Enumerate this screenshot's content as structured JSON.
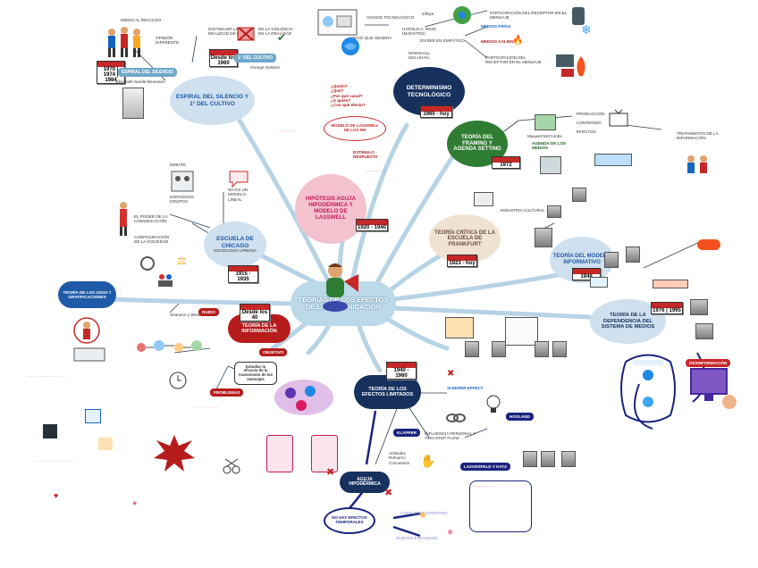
{
  "center": {
    "title": "TEORÍAS DE LOS EFECTOS DE LA COMUNICACIÓN"
  },
  "espiral": {
    "title": "ESPIRAL DEL SILENCIO Y 1° DEL CULTIVO",
    "dates": "1970 | 1974 | 1984",
    "sub1": "ESPIRAL DEL SILENCIO",
    "author1": "Elisabeth Noelle-Neumann",
    "sub2": "1° DEL CULTIVO",
    "author2": "George Gerbner",
    "date2": "Desde los 1960",
    "miedo": "MIEDO AL RECHAZO",
    "opinion": "OPINIÓN DIFERENTE",
    "distinguir": "DISTINGUIR LA REALIDAD DE LA",
    "violencia": "DE LA VIOLENCIA EN LA REALIDAD"
  },
  "determinismo": {
    "title": "DETERMINISMO TECNOLÓGICO",
    "dates": "1960 - hoy",
    "avance": "AVANCE TECNOLÓGICO",
    "influye": "influye",
    "apego": "APEGO QUE GENERA",
    "marshall": "MARSHALL MCLUHAN",
    "harold": "HAROLD A. INNIS (MAESTRO)",
    "dividir": "DIVIDIR EN EMPÁTICO",
    "medios_frios": "MEDIOS FRÍOS",
    "medios_calientes": "MEDIOS CALIENTES",
    "part_baja": "PARTICIPACIÓN DEL RECEPTOR EN EL MENSAJE",
    "part_alta": "PARTICIPACIÓN DEL RECEPTOR EN EL MENSAJE"
  },
  "framing": {
    "title": "TEORÍA DEL FRAMING Y AGENDA SETTING",
    "dates": "1972",
    "p1": "PRODUCCIÓN",
    "p2": "CONTENIDO",
    "p3": "EFECTOS",
    "mccombs": "Maxwell McCombs",
    "agenda": "AGENDA DE LOS MEDIOS",
    "tratamiento": "TRATAMIENTO DE LA INFORMACIÓN"
  },
  "critica": {
    "title": "TEORÍA CRÍTICA DE LA ESCUELA DE FRANKFURT",
    "dates": "1923 - hoy",
    "cultural": "INDUSTRIA CULTURAL"
  },
  "modelo": {
    "title": "TEORÍA DEL MODELO INFORMATIVO",
    "dates": "1948"
  },
  "dependencia": {
    "title": "TEORÍA DE LA DEPENDENCIA DEL SISTEMA DE MEDIOS",
    "dates": "1976 | 1995",
    "desinformacion": "DESINFORMACIÓN"
  },
  "lasswell": {
    "title": "HIPÓTESIS AGUJA HIPODÉRMICA Y MODELO DE LASSWELL",
    "dates": "1920 - 1940",
    "quien": "¿Quién?",
    "que": "¿Qué?",
    "canal": "¿Por qué canal?",
    "aquien": "¿A quién?",
    "efecto": "¿Con qué efecto?",
    "nota1": "MODELO DE LASSWELL DE LOS 5W",
    "nota2": "ESTIMULO - RESPUESTA"
  },
  "chicago": {
    "title": "ESCUELA DE CHICAGO",
    "sub": "SOCIOLOGÍA URBANA",
    "dates": "1915 - 1935",
    "grupos": "INDIVIDUOS GRUPOS",
    "lineal": "NO ES UN MODELO LINEAL",
    "poder": "EL PODER DE LA COMUNICACIÓN",
    "config": "CONFIGURACIÓN DE LA SOCIEDAD",
    "debate": "DEBATE"
  },
  "tinfo": {
    "title": "TEORÍA DE LA INFORMACIÓN",
    "dates": "Desde los 40",
    "problemas": "PROBLEMAS",
    "objetivo": "OBJETIVO",
    "estudiar": "Estudiar la eficacia de la transmisión de los mensajes",
    "ruido": "RUIDO",
    "shannon": "Shannon y Weaver"
  },
  "usos": {
    "title": "TEORÍA DE LOS USOS Y GRATIFICACIONES"
  },
  "limitados": {
    "title": "TEORÍA DE LOS EFECTOS LIMITADOS",
    "dates": "1940 - 1960",
    "sleeper": "SLEEPER EFFECT",
    "influencia": "INFLUENCIA PERSONAL Y TWO-STEP FLOW",
    "klapper": "KLAPPER",
    "lazarsfeld": "LAZARSFELD Y KATZ",
    "hovland": "HOVLAND",
    "aguja": "AGUJA HIPODÉRMICA",
    "efectos_temporales": "NO HAY EFECTOS TEMPORALES",
    "capacidad": "CAPACIDAD COGNITIVA",
    "nuevos": "NUEVOS ENFOQUES",
    "list": [
      "Actitudes",
      "Refuerzo",
      "Conversión"
    ]
  },
  "colors": {
    "lightblue": "#cfe0ee",
    "navy": "#17315e",
    "green": "#2e7d32",
    "red": "#b71c1c",
    "pink": "#f4c1ce",
    "sand": "#efe2d2",
    "blue": "#1e5aa8"
  }
}
